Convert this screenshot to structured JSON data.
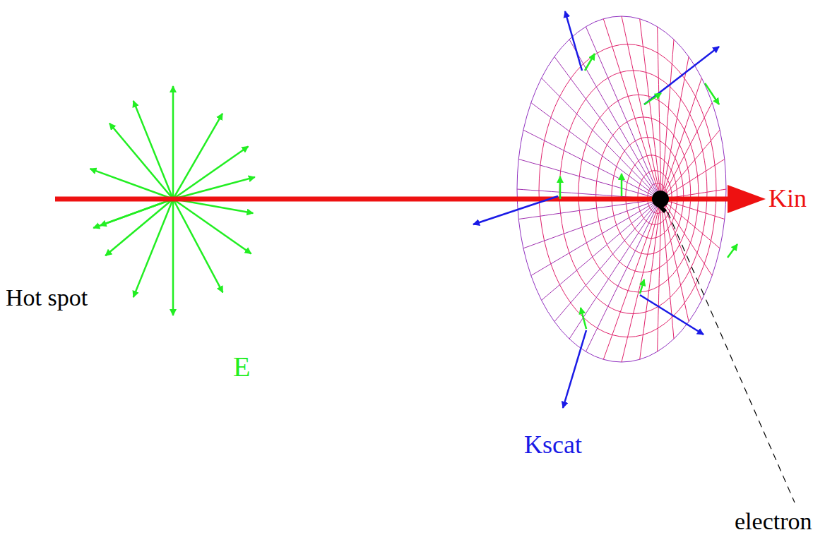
{
  "diagram": {
    "labels": [
      "Kin",
      "Hot spot",
      "E",
      "Kscat",
      "electron"
    ]
  }
}
